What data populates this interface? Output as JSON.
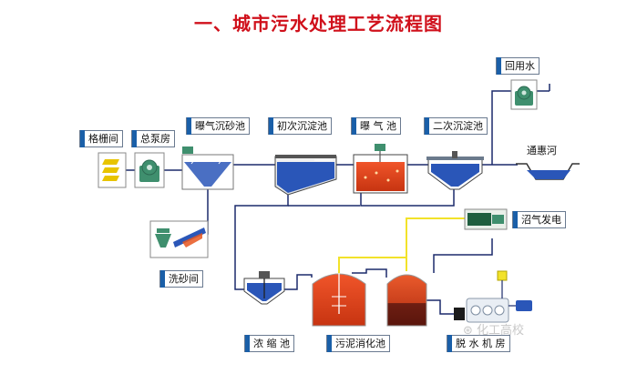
{
  "title": "一、城市污水处理工艺流程图",
  "labels": {
    "grille": "格栅间",
    "pump": "总泵房",
    "aerated_grit": "曝气沉砂池",
    "primary": "初次沉淀池",
    "aeration": "曝 气 池",
    "secondary": "二次沉淀池",
    "reuse": "回用水",
    "river": "通惠河",
    "biogas": "沼气发电",
    "sand_wash": "洗砂间",
    "thickener": "浓 缩 池",
    "digester": "污泥消化池",
    "dewatering": "脱 水 机 房"
  },
  "watermark": "化工高校",
  "colors": {
    "water": "#2a56b8",
    "pipe": "#1b2a6b",
    "gas_pipe": "#f2e22a",
    "label_tab": "#1a5fa8",
    "sludge": "#e8561e",
    "dark_sludge": "#7a2416",
    "equipment": "#3f8f6e",
    "title": "#d0101b"
  }
}
